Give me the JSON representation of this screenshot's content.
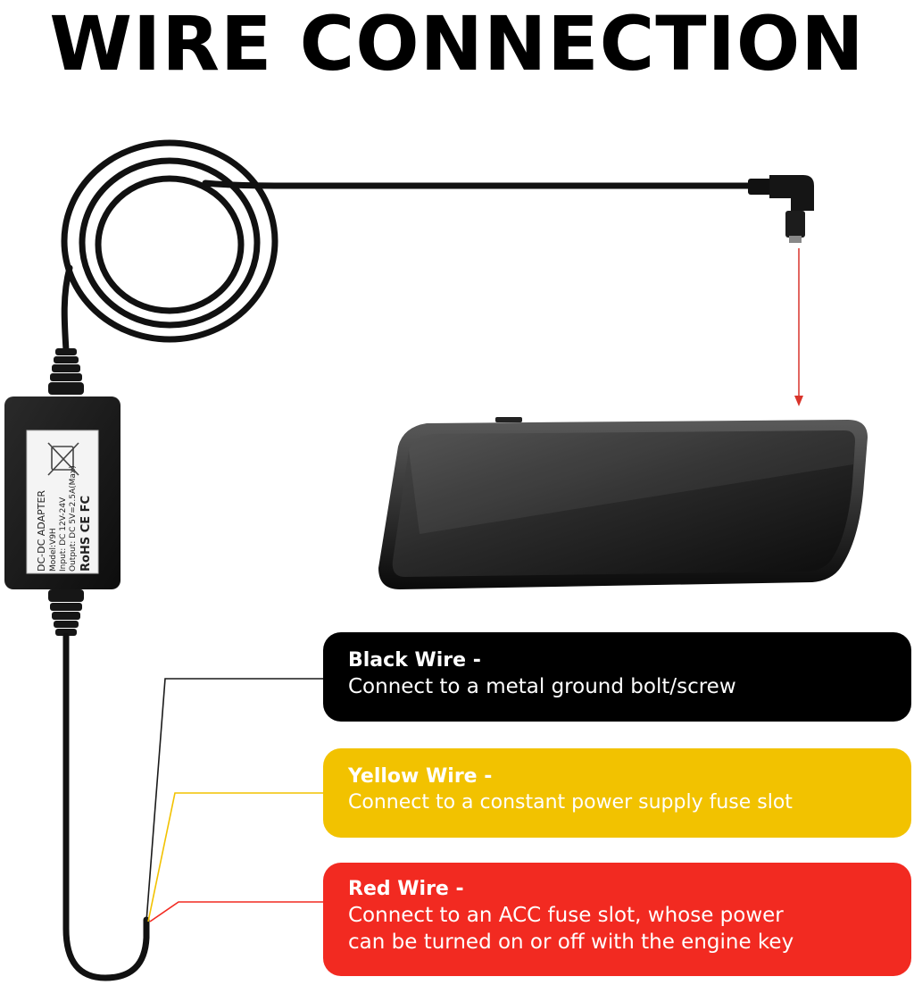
{
  "title": "WIRE CONNECTION",
  "adapter_label": {
    "name": "DC-DC ADAPTER",
    "model": "Model:V9H",
    "input": "Input: DC 12V-24V",
    "output": "Output: DC 5V=2.5A(Max)",
    "marks": "RoHS CE FC"
  },
  "notes": [
    {
      "heading": "Black Wire -",
      "lines": [
        "Connect to a metal ground bolt/screw"
      ],
      "color": "#000000",
      "text_color": "#ffffff"
    },
    {
      "heading": "Yellow Wire -",
      "lines": [
        "Connect to a constant power supply fuse slot"
      ],
      "color": "#f2c200",
      "text_color": "#ffffff"
    },
    {
      "heading": "Red Wire -",
      "lines": [
        "Connect to an ACC fuse slot, whose power",
        "can be turned on or off with the engine key"
      ],
      "color": "#f22a21",
      "text_color": "#ffffff"
    }
  ],
  "colors": {
    "arrow": "#d9342b",
    "cable": "#111111",
    "black_wire": "#1a1a1a",
    "yellow_wire": "#f2c200",
    "red_wire": "#f22a21"
  }
}
